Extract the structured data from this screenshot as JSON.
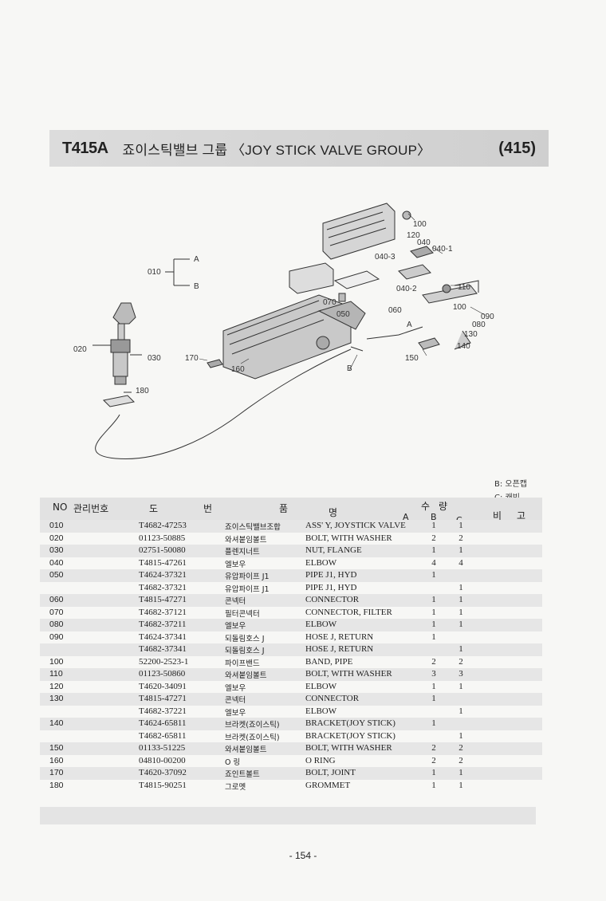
{
  "header": {
    "code": "T415A",
    "title": "죠이스틱밸브 그룹 〈JOY STICK VALVE GROUP〉",
    "page_ref": "(415)"
  },
  "diagram_labels": {
    "l010": "010",
    "lA": "A",
    "lB": "B",
    "l020": "020",
    "l030": "030",
    "l180": "180",
    "l170": "170",
    "l160": "160",
    "lB2": "B",
    "l100": "100",
    "l120": "120",
    "l040": "040",
    "l0401": "040-1",
    "l0403": "040-3",
    "l0402": "040-2",
    "l070": "070",
    "l050": "050",
    "l060": "060",
    "lA2": "A",
    "l110": "110",
    "l100b": "100",
    "l090": "090",
    "l080": "080",
    "l130": "130",
    "l140": "140",
    "l150": "150"
  },
  "legend": {
    "b": "B: 오픈캡",
    "c": "C: 캐빈"
  },
  "table_header": {
    "no": "NO",
    "mgmt": "관리번호",
    "drawing_1": "도",
    "drawing_2": "번",
    "name_1": "품",
    "name_2": "명",
    "qty_1": "수",
    "qty_2": "량",
    "a": "A",
    "b": "B",
    "c": "C",
    "remark_1": "비",
    "remark_2": "고"
  },
  "parts": [
    {
      "no": "010",
      "pn": "T4682-47253",
      "kr": "죠이스틱밸브조합",
      "en": "ASS' Y, JOYSTICK VALVE",
      "b": "1",
      "c": "1"
    },
    {
      "no": "020",
      "pn": "01123-50885",
      "kr": "와셔붙임볼트",
      "en": "BOLT, WITH WASHER",
      "b": "2",
      "c": "2"
    },
    {
      "no": "030",
      "pn": "02751-50080",
      "kr": "플렌지너트",
      "en": "NUT, FLANGE",
      "b": "1",
      "c": "1"
    },
    {
      "no": "040",
      "pn": "T4815-47261",
      "kr": "엘보우",
      "en": "ELBOW",
      "b": "4",
      "c": "4"
    },
    {
      "no": "050",
      "pn": "T4624-37321",
      "kr": "유압파이프 J1",
      "en": "PIPE J1, HYD",
      "b": "1",
      "c": ""
    },
    {
      "no": "",
      "pn": "T4682-37321",
      "kr": "유압파이프 J1",
      "en": "PIPE J1, HYD",
      "b": "",
      "c": "1"
    },
    {
      "no": "060",
      "pn": "T4815-47271",
      "kr": "콘넥터",
      "en": "CONNECTOR",
      "b": "1",
      "c": "1"
    },
    {
      "no": "070",
      "pn": "T4682-37121",
      "kr": "필터콘넥터",
      "en": "CONNECTOR, FILTER",
      "b": "1",
      "c": "1"
    },
    {
      "no": "080",
      "pn": "T4682-37211",
      "kr": "엘보우",
      "en": "ELBOW",
      "b": "1",
      "c": "1"
    },
    {
      "no": "090",
      "pn": "T4624-37341",
      "kr": "되돌림호스 J",
      "en": "HOSE J, RETURN",
      "b": "1",
      "c": ""
    },
    {
      "no": "",
      "pn": "T4682-37341",
      "kr": "되돌림호스 J",
      "en": "HOSE J, RETURN",
      "b": "",
      "c": "1"
    },
    {
      "no": "100",
      "pn": "52200-2523-1",
      "kr": "파이프밴드",
      "en": "BAND, PIPE",
      "b": "2",
      "c": "2"
    },
    {
      "no": "110",
      "pn": "01123-50860",
      "kr": "와셔붙임볼트",
      "en": "BOLT, WITH WASHER",
      "b": "3",
      "c": "3"
    },
    {
      "no": "120",
      "pn": "T4620-34091",
      "kr": "엘보우",
      "en": "ELBOW",
      "b": "1",
      "c": "1"
    },
    {
      "no": "130",
      "pn": "T4815-47271",
      "kr": "콘넥터",
      "en": "CONNECTOR",
      "b": "1",
      "c": ""
    },
    {
      "no": "",
      "pn": "T4682-37221",
      "kr": "엘보우",
      "en": "ELBOW",
      "b": "",
      "c": "1"
    },
    {
      "no": "140",
      "pn": "T4624-65811",
      "kr": "브라켓(죠이스틱)",
      "en": "BRACKET(JOY STICK)",
      "b": "1",
      "c": ""
    },
    {
      "no": "",
      "pn": "T4682-65811",
      "kr": "브라켓(죠이스틱)",
      "en": "BRACKET(JOY STICK)",
      "b": "",
      "c": "1"
    },
    {
      "no": "150",
      "pn": "01133-51225",
      "kr": "와셔붙임볼트",
      "en": "BOLT, WITH WASHER",
      "b": "2",
      "c": "2"
    },
    {
      "no": "160",
      "pn": "04810-00200",
      "kr": "O 링",
      "en": "O RING",
      "b": "2",
      "c": "2"
    },
    {
      "no": "170",
      "pn": "T4620-37092",
      "kr": "죠인트볼트",
      "en": "BOLT, JOINT",
      "b": "1",
      "c": "1"
    },
    {
      "no": "180",
      "pn": "T4815-90251",
      "kr": "그로멧",
      "en": "GROMMET",
      "b": "1",
      "c": "1"
    }
  ],
  "footer": {
    "page_number": "- 154 -"
  }
}
